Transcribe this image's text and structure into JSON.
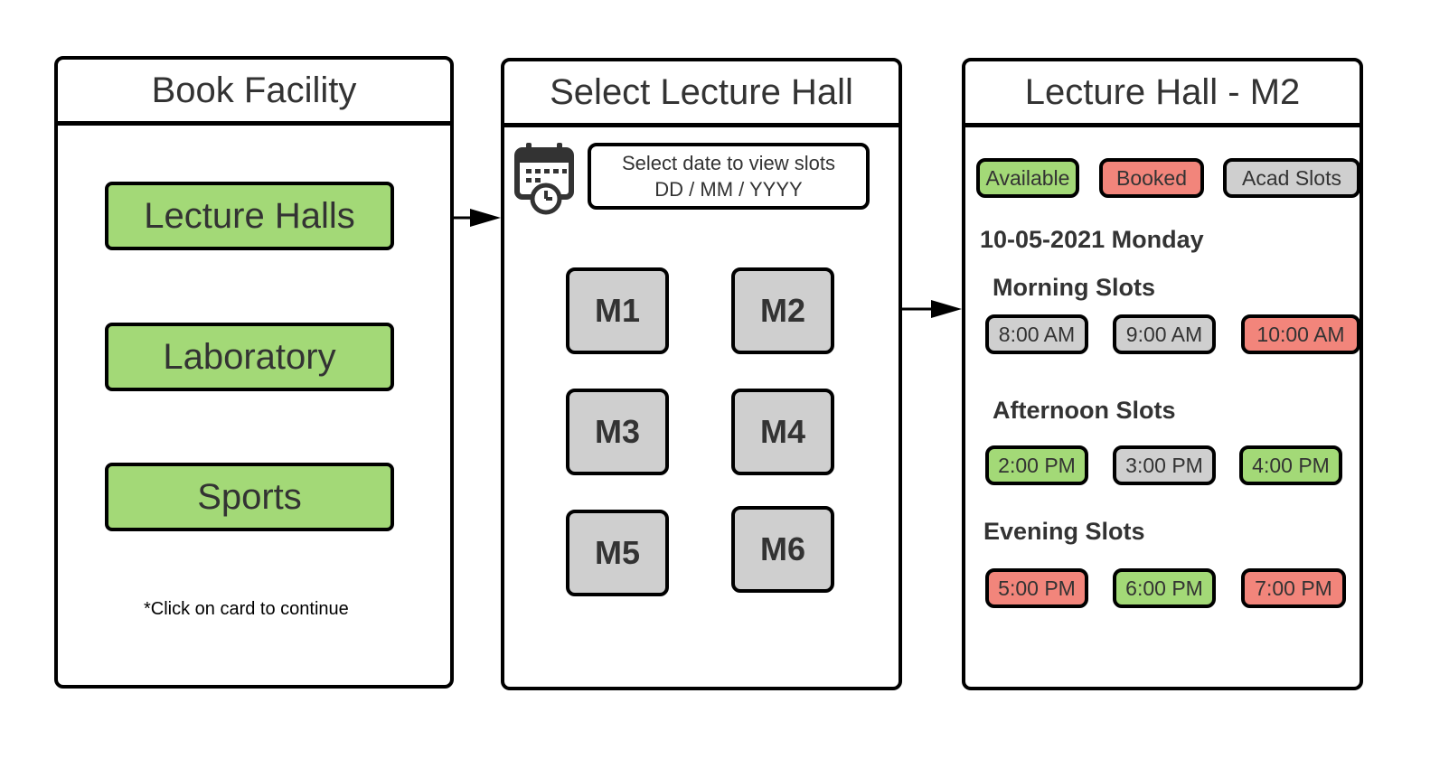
{
  "panel1": {
    "title": "Book Facility",
    "cards": [
      "Lecture Halls",
      "Laboratory",
      "Sports"
    ],
    "note": "*Click on card to continue"
  },
  "panel2": {
    "title": "Select Lecture Hall",
    "date_prompt": "Select date to view slots",
    "date_placeholder": "DD / MM / YYYY",
    "icon": "calendar-clock-icon",
    "halls": [
      "M1",
      "M2",
      "M3",
      "M4",
      "M5",
      "M6"
    ]
  },
  "panel3": {
    "title": "Lecture Hall - M2",
    "legend": [
      {
        "label": "Available",
        "status": "available"
      },
      {
        "label": "Booked",
        "status": "booked"
      },
      {
        "label": "Acad Slots",
        "status": "acad"
      }
    ],
    "date": "10-05-2021 Monday",
    "morning": {
      "heading": "Morning Slots",
      "slots": [
        {
          "time": "8:00 AM",
          "status": "acad"
        },
        {
          "time": "9:00 AM",
          "status": "acad"
        },
        {
          "time": "10:00 AM",
          "status": "booked"
        }
      ]
    },
    "afternoon": {
      "heading": "Afternoon Slots",
      "slots": [
        {
          "time": "2:00 PM",
          "status": "available"
        },
        {
          "time": "3:00 PM",
          "status": "acad"
        },
        {
          "time": "4:00 PM",
          "status": "available"
        }
      ]
    },
    "evening": {
      "heading": "Evening Slots",
      "slots": [
        {
          "time": "5:00 PM",
          "status": "booked"
        },
        {
          "time": "6:00 PM",
          "status": "available"
        },
        {
          "time": "7:00 PM",
          "status": "booked"
        }
      ]
    }
  },
  "colors": {
    "available": "#a3d977",
    "booked": "#f2857b",
    "acad": "#cfcfcf",
    "border": "#000000",
    "text": "#333333"
  }
}
